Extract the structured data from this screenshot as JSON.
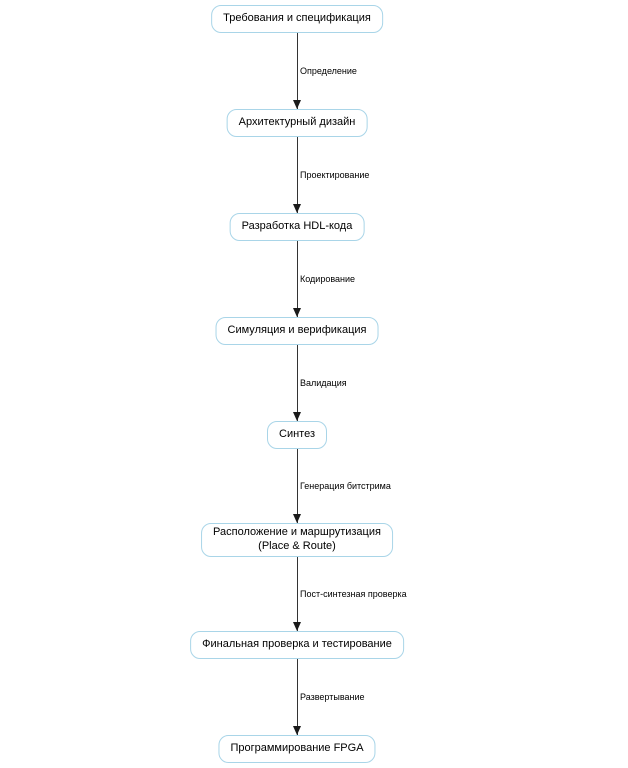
{
  "diagram": {
    "type": "flowchart",
    "direction": "top-down",
    "background_color": "#ffffff",
    "node_fill_color": "#ffffff",
    "node_border_color": "#a9d5e8",
    "arrow_color": "#333333",
    "text_color": "#000000",
    "nodes": [
      {
        "id": "requirements",
        "label": "Требования и спецификация"
      },
      {
        "id": "architecture",
        "label": "Архитектурный дизайн"
      },
      {
        "id": "hdl",
        "label": "Разработка HDL-кода"
      },
      {
        "id": "simulation",
        "label": "Симуляция и верификация"
      },
      {
        "id": "synthesis",
        "label": "Синтез"
      },
      {
        "id": "place-route",
        "label": "Расположение и маршрутизация\n(Place & Route)"
      },
      {
        "id": "final-testing",
        "label": "Финальная проверка и тестирование"
      },
      {
        "id": "fpga-programming",
        "label": "Программирование FPGA"
      }
    ],
    "edges": [
      {
        "from": "requirements",
        "to": "architecture",
        "label": "Определение"
      },
      {
        "from": "architecture",
        "to": "hdl",
        "label": "Проектирование"
      },
      {
        "from": "hdl",
        "to": "simulation",
        "label": "Кодирование"
      },
      {
        "from": "simulation",
        "to": "synthesis",
        "label": "Валидация"
      },
      {
        "from": "synthesis",
        "to": "place-route",
        "label": "Генерация битстрима"
      },
      {
        "from": "place-route",
        "to": "final-testing",
        "label": "Пост-синтезная проверка"
      },
      {
        "from": "final-testing",
        "to": "fpga-programming",
        "label": "Развертывание"
      }
    ]
  }
}
